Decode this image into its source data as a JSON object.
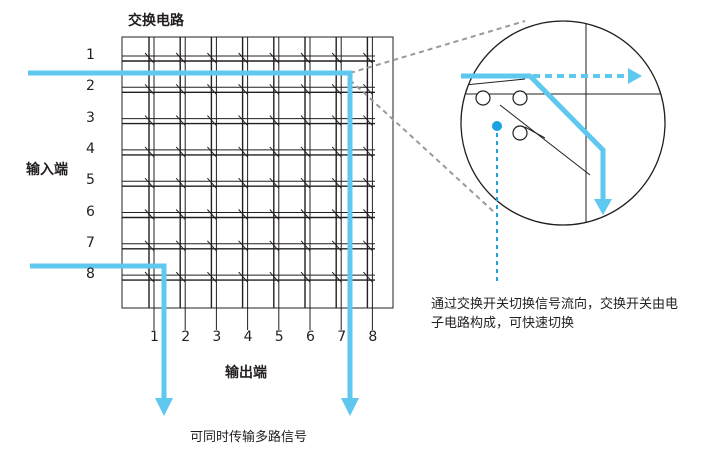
{
  "title": "交换电路",
  "input_label": "输入端",
  "output_label": "输出端",
  "bottom_caption": "可同时传输多路信号",
  "callout_caption": "通过交换开关切换信号流向，交换开关由电子电路构成，可快速切换",
  "row_numbers": [
    "1",
    "2",
    "3",
    "4",
    "5",
    "6",
    "7",
    "8"
  ],
  "col_numbers": [
    "1",
    "2",
    "3",
    "4",
    "5",
    "6",
    "7",
    "8"
  ],
  "colors": {
    "signal": "#5ec8ef",
    "dot": "#1aa3e0",
    "grid": "#231f20",
    "callout": "#9a9a9a",
    "text": "#231f20"
  }
}
